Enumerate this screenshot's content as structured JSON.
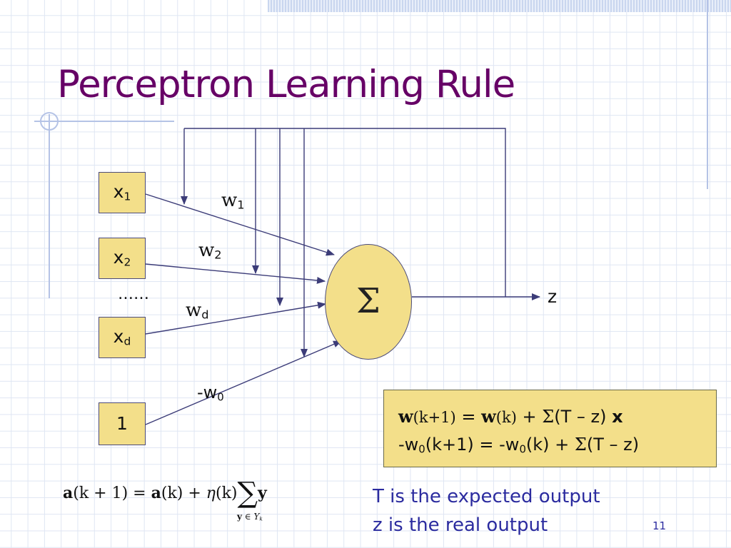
{
  "title": "Perceptron Learning Rule",
  "inputs": {
    "x1": {
      "base": "x",
      "sub": "1"
    },
    "x2": {
      "base": "x",
      "sub": "2"
    },
    "ellipsis": "……",
    "xd": {
      "base": "x",
      "sub": "d"
    },
    "bias": "1"
  },
  "weights": {
    "w1": {
      "base": "w",
      "sub": "1"
    },
    "w2": {
      "base": "w",
      "sub": "2"
    },
    "wd": {
      "base": "w",
      "sub": "d"
    },
    "w0": {
      "base": "-w",
      "sub": "0"
    }
  },
  "sum_symbol": "Σ",
  "output_label": "z",
  "rule": {
    "line1": {
      "w": "w",
      "k1": "(k+1)",
      "eq": " = ",
      "w2": "w",
      "k": "(k)",
      "plus": " + ",
      "sigma": "Σ",
      "paren": "(T – z) ",
      "x": "x"
    },
    "line2": {
      "a": "-w",
      "a_sub": "0",
      "b": "(k+1) = -w",
      "b_sub": "0",
      "c": "(k) + ",
      "sigma": "Σ",
      "d": "(T – z)"
    }
  },
  "formula": {
    "a1": "a",
    "k1": "(k + 1) = ",
    "a2": "a",
    "k2": "(k) + ",
    "eta": "η",
    "k3": "(k)",
    "sigma": "∑",
    "y": "y",
    "sub_y": "y",
    "sub_in": " ∈ ",
    "sub_Y": "Y",
    "sub_k": "k"
  },
  "description": {
    "line1": "T is the expected output",
    "line2": "z is the real output"
  },
  "page_number": "11",
  "colors": {
    "title": "#660066",
    "box_fill": "#f3df8a",
    "text_blue": "#2b2b9f",
    "line": "#3c3c78"
  }
}
